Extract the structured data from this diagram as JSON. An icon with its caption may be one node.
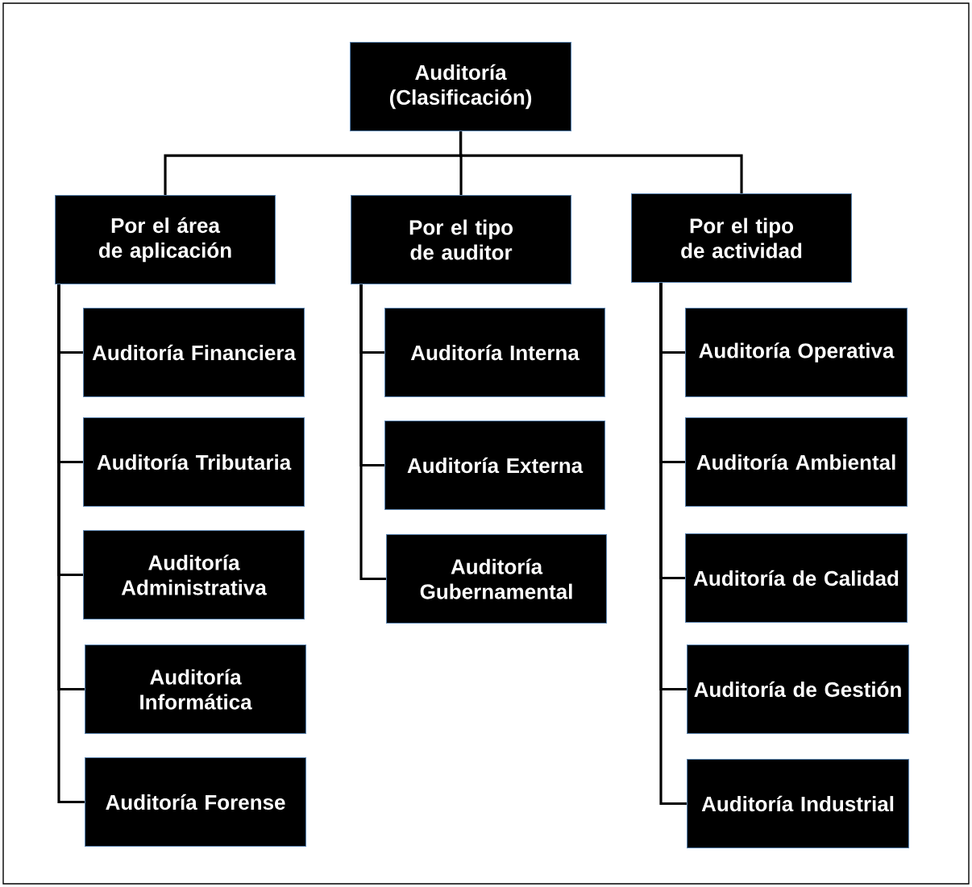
{
  "diagram": {
    "nodes": [
      {
        "text": [
          "Auditoría (Clasificación)"
        ]
      },
      {
        "text": [
          "Por el área de aplicación"
        ]
      },
      {
        "text": [
          "Por el tipo de auditor"
        ]
      },
      {
        "text": [
          "Por el tipo de actividad"
        ]
      },
      {
        "text": [
          "Auditoría Financiera"
        ]
      },
      {
        "text": [
          "Auditoría Tributaria"
        ]
      },
      {
        "text": [
          "Auditoría Administrativa"
        ]
      },
      {
        "text": [
          "Auditoría Informática"
        ]
      },
      {
        "text": [
          "Auditoría Forense"
        ]
      },
      {
        "text": [
          "Auditoría Interna"
        ]
      },
      {
        "text": [
          "Auditoría Externa"
        ]
      },
      {
        "text": [
          "Auditoría Gubernamental"
        ]
      },
      {
        "text": [
          "Auditoría Operativa"
        ]
      },
      {
        "text": [
          "Auditoría Ambiental"
        ]
      },
      {
        "text": [
          "Auditoría de Calidad"
        ]
      },
      {
        "text": [
          "Auditoría de Gestión"
        ]
      },
      {
        "text": [
          "Auditoría Industrial"
        ]
      }
    ],
    "edges": [
      {
        "from": 0,
        "to": 1,
        "arrow": "none"
      },
      {
        "from": 0,
        "to": 2,
        "arrow": "none"
      },
      {
        "from": 0,
        "to": 3,
        "arrow": "none"
      },
      {
        "from": 1,
        "to": 4,
        "arrow": "none"
      },
      {
        "from": 1,
        "to": 5,
        "arrow": "none"
      },
      {
        "from": 1,
        "to": 6,
        "arrow": "none"
      },
      {
        "from": 1,
        "to": 7,
        "arrow": "none"
      },
      {
        "from": 1,
        "to": 8,
        "arrow": "none"
      },
      {
        "from": 2,
        "to": 9,
        "arrow": "none"
      },
      {
        "from": 2,
        "to": 10,
        "arrow": "none"
      },
      {
        "from": 2,
        "to": 11,
        "arrow": "none"
      },
      {
        "from": 3,
        "to": 12,
        "arrow": "none"
      },
      {
        "from": 3,
        "to": 13,
        "arrow": "none"
      },
      {
        "from": 3,
        "to": 14,
        "arrow": "none"
      },
      {
        "from": 3,
        "to": 15,
        "arrow": "none"
      },
      {
        "from": 3,
        "to": 16,
        "arrow": "none"
      }
    ]
  }
}
